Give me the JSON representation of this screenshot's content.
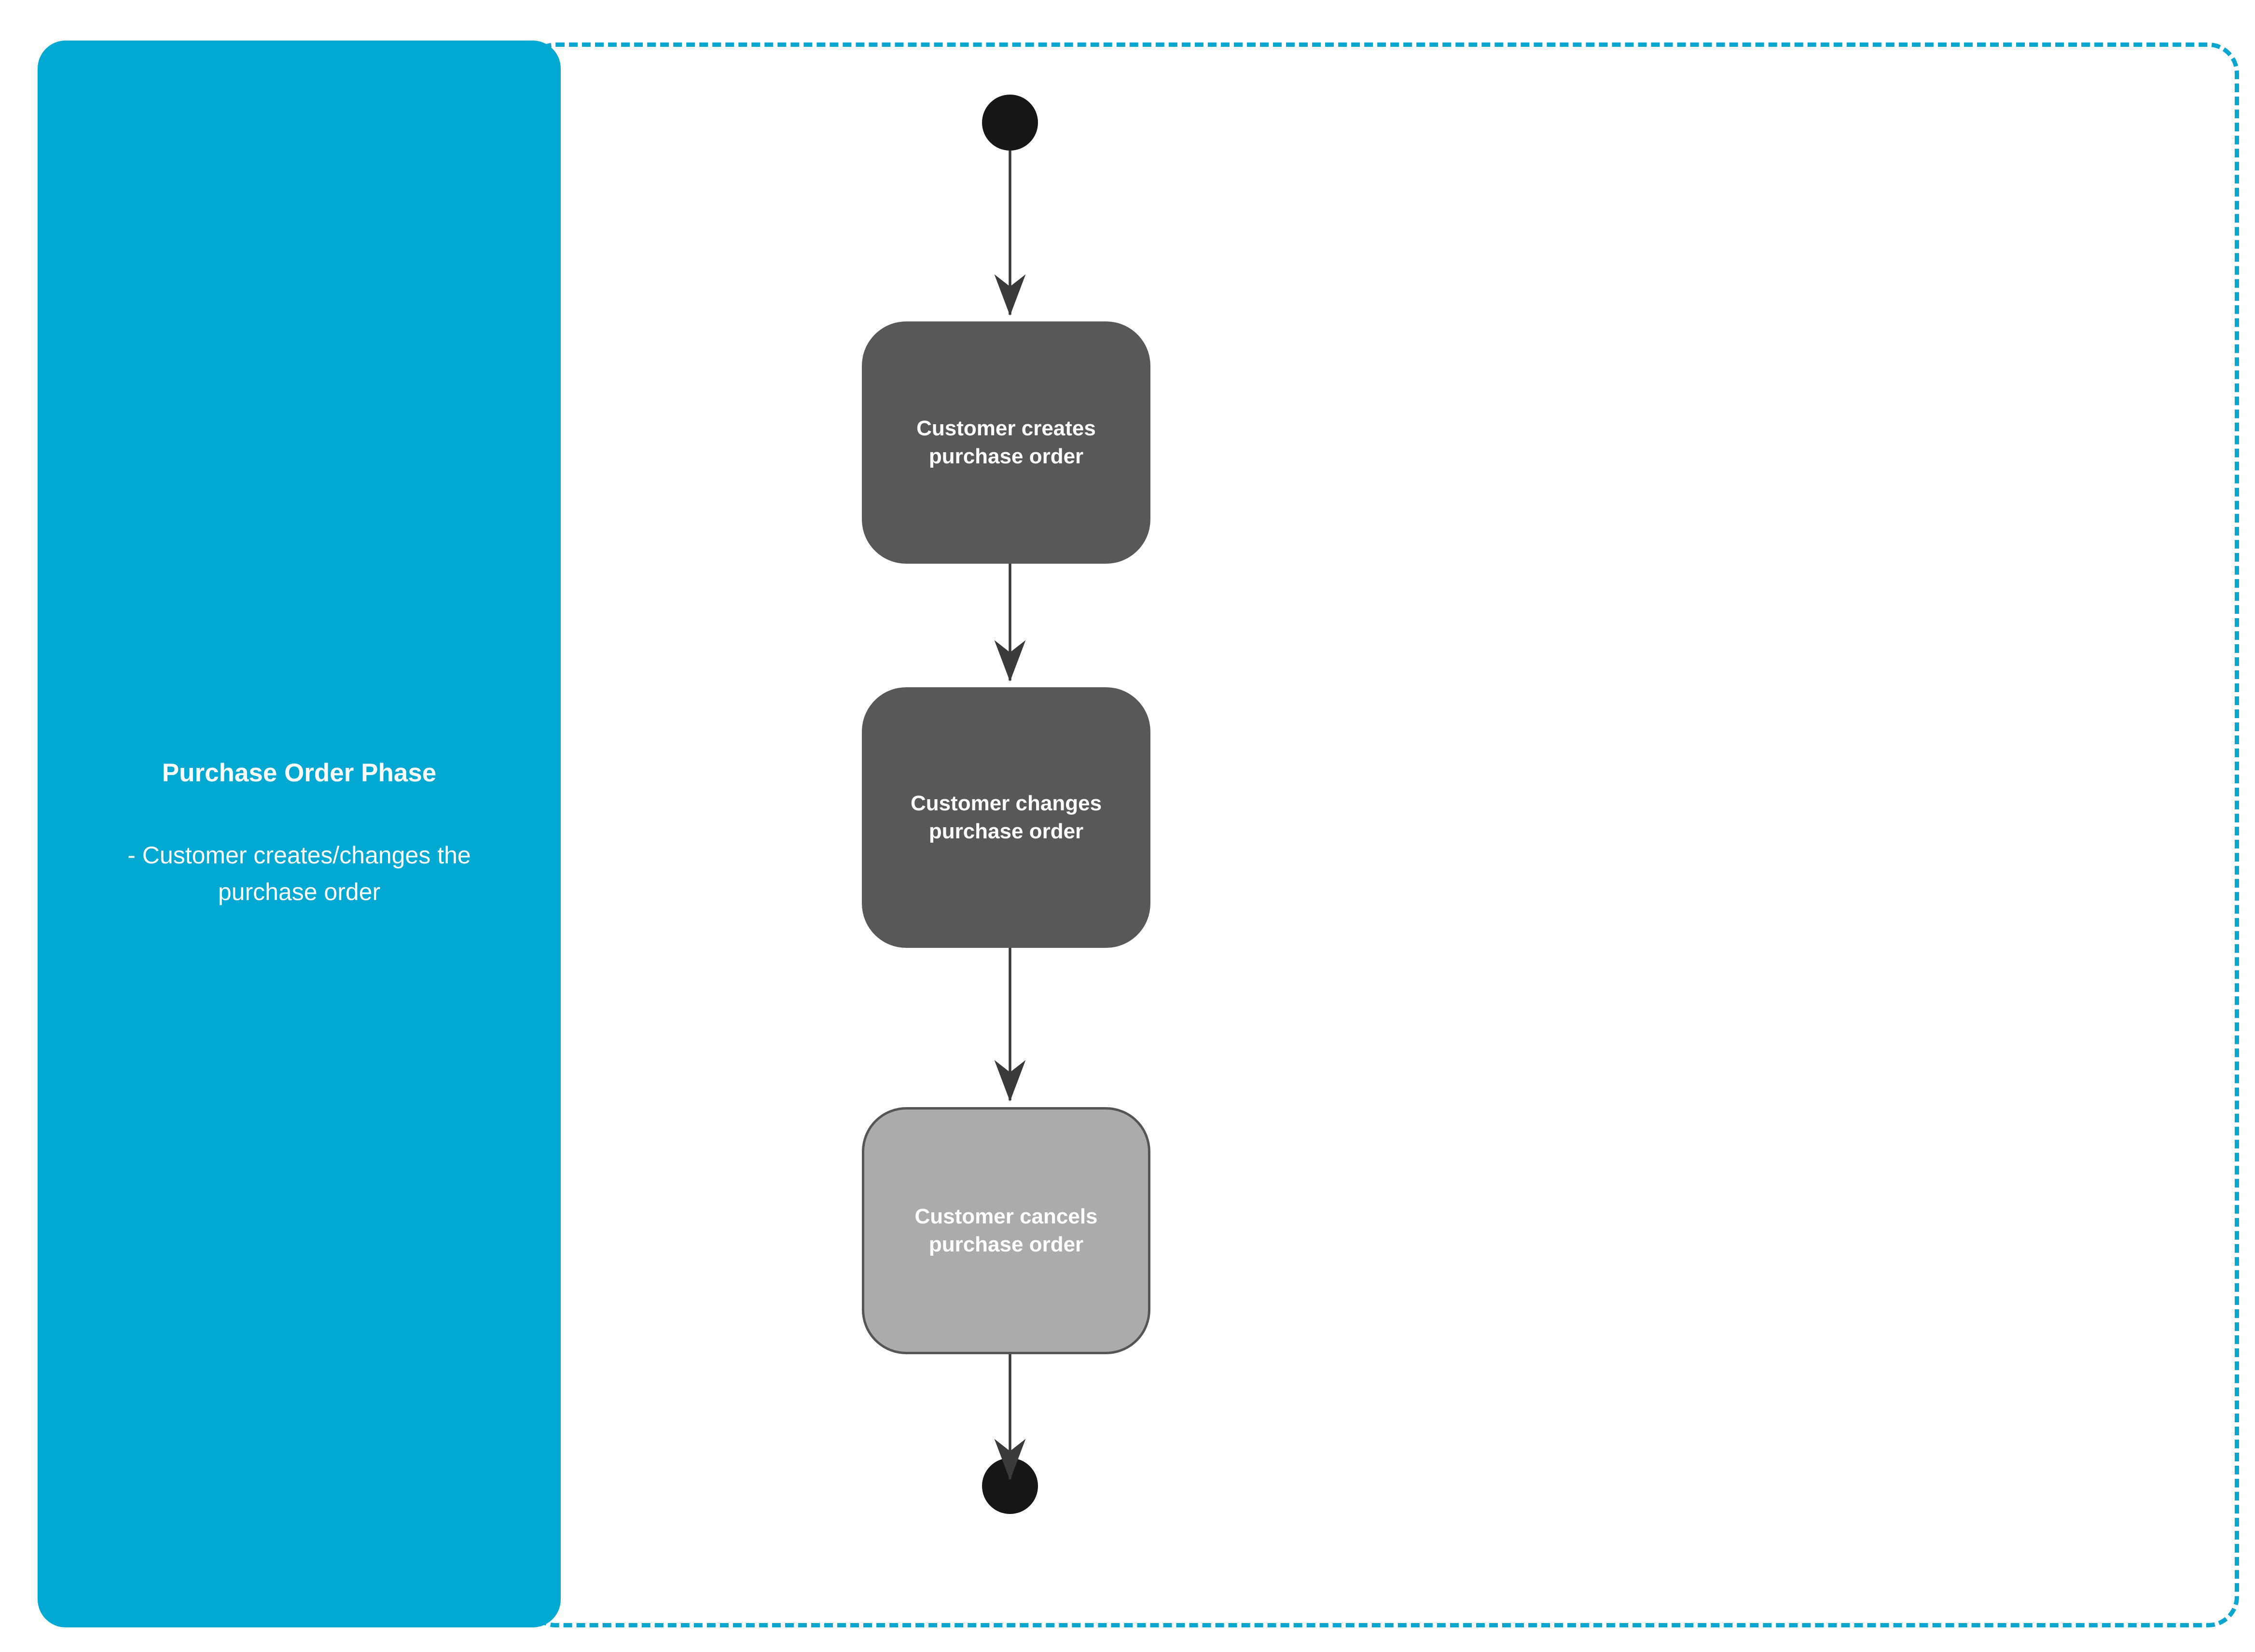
{
  "phase_panel": {
    "title": "Purchase Order Phase",
    "description": "- Customer creates/changes the purchase order",
    "background_color": "#01a9d2",
    "text_color": "#ffffff"
  },
  "container": {
    "border_style": "dashed",
    "border_color": "#0aa6cf",
    "background_color": "#ffffff"
  },
  "diagram": {
    "type": "flowchart",
    "orientation": "vertical",
    "nodes": [
      {
        "id": "start",
        "kind": "start-event",
        "label": "",
        "fill": "#161616",
        "shape": "circle"
      },
      {
        "id": "create",
        "kind": "task",
        "label": "Customer creates purchase order",
        "fill": "#585858",
        "text_color": "#ffffff",
        "shape": "rounded-rectangle"
      },
      {
        "id": "change",
        "kind": "task",
        "label": "Customer changes purchase order",
        "fill": "#585858",
        "text_color": "#ffffff",
        "shape": "rounded-rectangle"
      },
      {
        "id": "cancel",
        "kind": "task",
        "label": "Customer cancels purchase order",
        "fill": "#ababab",
        "stroke": "#555555",
        "text_color": "#ffffff",
        "shape": "rounded-rectangle"
      },
      {
        "id": "end",
        "kind": "end-event",
        "label": "",
        "fill": "#161616",
        "shape": "circle"
      }
    ],
    "edges": [
      {
        "from": "start",
        "to": "create",
        "label": "",
        "arrow": "filled"
      },
      {
        "from": "create",
        "to": "change",
        "label": "",
        "arrow": "filled"
      },
      {
        "from": "change",
        "to": "cancel",
        "label": "",
        "arrow": "filled"
      },
      {
        "from": "cancel",
        "to": "end",
        "label": "",
        "arrow": "filled"
      }
    ],
    "edge_color": "#3a3a3a"
  }
}
